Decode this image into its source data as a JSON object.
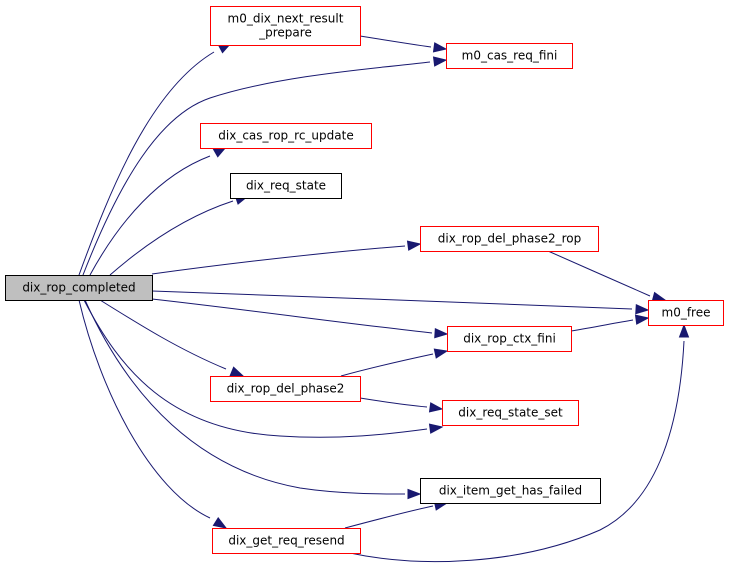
{
  "graph": {
    "title": "dix_rop_completed call graph",
    "colors": {
      "edge": "#191970",
      "root_fill": "#bfbfbf",
      "red_border": "#ff0000",
      "black_border": "#000000"
    },
    "nodes": [
      {
        "id": "dix_rop_completed",
        "lines": [
          "dix_rop_completed"
        ],
        "style": "root"
      },
      {
        "id": "m0_dix_next_result_prepare",
        "lines": [
          "m0_dix_next_result",
          "_prepare"
        ],
        "style": "red"
      },
      {
        "id": "m0_cas_req_fini",
        "lines": [
          "m0_cas_req_fini"
        ],
        "style": "red"
      },
      {
        "id": "dix_cas_rop_rc_update",
        "lines": [
          "dix_cas_rop_rc_update"
        ],
        "style": "red"
      },
      {
        "id": "dix_req_state",
        "lines": [
          "dix_req_state"
        ],
        "style": "black"
      },
      {
        "id": "dix_rop_del_phase2_rop",
        "lines": [
          "dix_rop_del_phase2_rop"
        ],
        "style": "red"
      },
      {
        "id": "m0_free",
        "lines": [
          "m0_free"
        ],
        "style": "red"
      },
      {
        "id": "dix_rop_ctx_fini",
        "lines": [
          "dix_rop_ctx_fini"
        ],
        "style": "red"
      },
      {
        "id": "dix_rop_del_phase2",
        "lines": [
          "dix_rop_del_phase2"
        ],
        "style": "red"
      },
      {
        "id": "dix_req_state_set",
        "lines": [
          "dix_req_state_set"
        ],
        "style": "red"
      },
      {
        "id": "dix_item_get_has_failed",
        "lines": [
          "dix_item_get_has_failed"
        ],
        "style": "black"
      },
      {
        "id": "dix_get_req_resend",
        "lines": [
          "dix_get_req_resend"
        ],
        "style": "red"
      }
    ],
    "edges": [
      {
        "from": "dix_rop_completed",
        "to": "m0_dix_next_result_prepare"
      },
      {
        "from": "dix_rop_completed",
        "to": "m0_cas_req_fini"
      },
      {
        "from": "dix_rop_completed",
        "to": "dix_cas_rop_rc_update"
      },
      {
        "from": "dix_rop_completed",
        "to": "dix_req_state"
      },
      {
        "from": "dix_rop_completed",
        "to": "dix_rop_del_phase2_rop"
      },
      {
        "from": "dix_rop_completed",
        "to": "m0_free"
      },
      {
        "from": "dix_rop_completed",
        "to": "dix_rop_ctx_fini"
      },
      {
        "from": "dix_rop_completed",
        "to": "dix_rop_del_phase2"
      },
      {
        "from": "dix_rop_completed",
        "to": "dix_req_state_set"
      },
      {
        "from": "dix_rop_completed",
        "to": "dix_item_get_has_failed"
      },
      {
        "from": "dix_rop_completed",
        "to": "dix_get_req_resend"
      },
      {
        "from": "m0_dix_next_result_prepare",
        "to": "m0_cas_req_fini"
      },
      {
        "from": "dix_rop_del_phase2_rop",
        "to": "m0_free"
      },
      {
        "from": "dix_rop_ctx_fini",
        "to": "m0_free"
      },
      {
        "from": "dix_rop_del_phase2",
        "to": "dix_rop_ctx_fini"
      },
      {
        "from": "dix_rop_del_phase2",
        "to": "dix_req_state_set"
      },
      {
        "from": "dix_get_req_resend",
        "to": "dix_item_get_has_failed"
      },
      {
        "from": "dix_get_req_resend",
        "to": "m0_free"
      }
    ]
  }
}
